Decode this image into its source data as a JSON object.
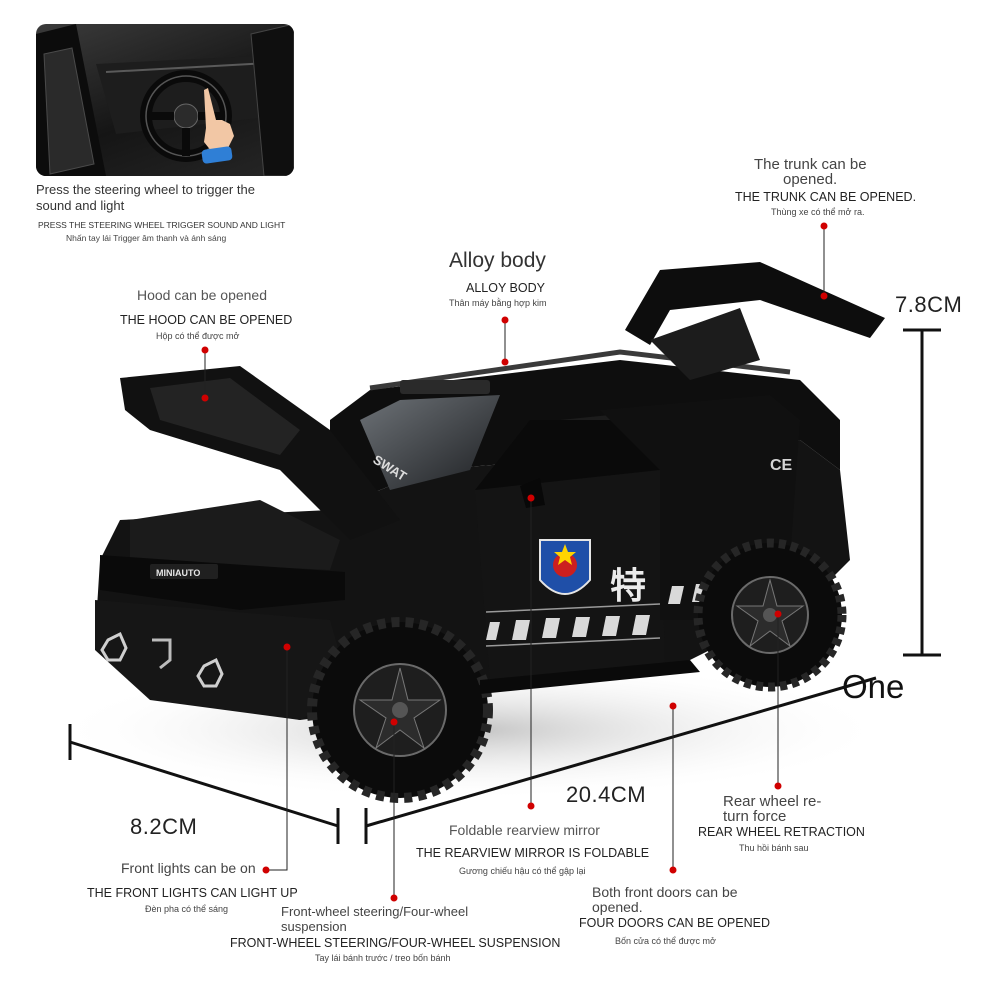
{
  "inset": {
    "caption_line1": "Press the steering wheel to trigger the",
    "caption_line2": "sound and light",
    "caption_caps": "PRESS THE STEERING WHEEL TRIGGER SOUND AND LIGHT",
    "caption_vi": "Nhấn tay lái Trigger âm thanh và ánh sáng"
  },
  "callouts": {
    "hood": {
      "title": "Hood can be opened",
      "caps": "THE HOOD CAN BE OPENED",
      "vi": "Hộp có thể được mở"
    },
    "alloy": {
      "title": "Alloy body",
      "caps": "ALLOY BODY",
      "vi": "Thân máy bằng hợp kim"
    },
    "trunk": {
      "title_line1": "The trunk can be",
      "title_line2": "opened.",
      "caps": "THE TRUNK CAN BE OPENED.",
      "vi": "Thùng xe có thể mở ra."
    },
    "front_lights": {
      "title": "Front lights can be on",
      "caps": "THE FRONT LIGHTS CAN LIGHT UP",
      "vi": "Đèn pha có thể sáng"
    },
    "steering": {
      "title_line1": "Front-wheel steering/Four-wheel",
      "title_line2": "suspension",
      "caps": "FRONT-WHEEL STEERING/FOUR-WHEEL SUSPENSION",
      "vi": "Tay lái bánh trước / treo bốn bánh"
    },
    "mirror": {
      "title": "Foldable rearview mirror",
      "caps": "THE REARVIEW MIRROR IS FOLDABLE",
      "vi": "Gương chiếu hậu có thể gập lại"
    },
    "doors": {
      "title_line1": "Both front doors can be",
      "title_line2": "opened.",
      "caps": "FOUR DOORS CAN BE OPENED",
      "vi": "Bốn cửa có thể được mở"
    },
    "rear_wheel": {
      "title_line1": "Rear wheel re-",
      "title_line2": "turn force",
      "caps": "REAR WHEEL RETRACTION",
      "vi": "Thu hồi bánh sau"
    }
  },
  "dimensions": {
    "height": "7.8CM",
    "width": "8.2CM",
    "length": "20.4CM",
    "scale": "One"
  },
  "car": {
    "hood_text": "SWAT",
    "brand_plate": "MINIAUTO",
    "door_char": "特",
    "side_text": "CE"
  },
  "colors": {
    "dot": "#d00000",
    "body": "#121212",
    "stripe": "#d9d9d9",
    "badge_blue": "#1f4fa8",
    "badge_red": "#cc1f1f",
    "skin": "#f2c7a5",
    "cuff": "#2f7fd6"
  }
}
